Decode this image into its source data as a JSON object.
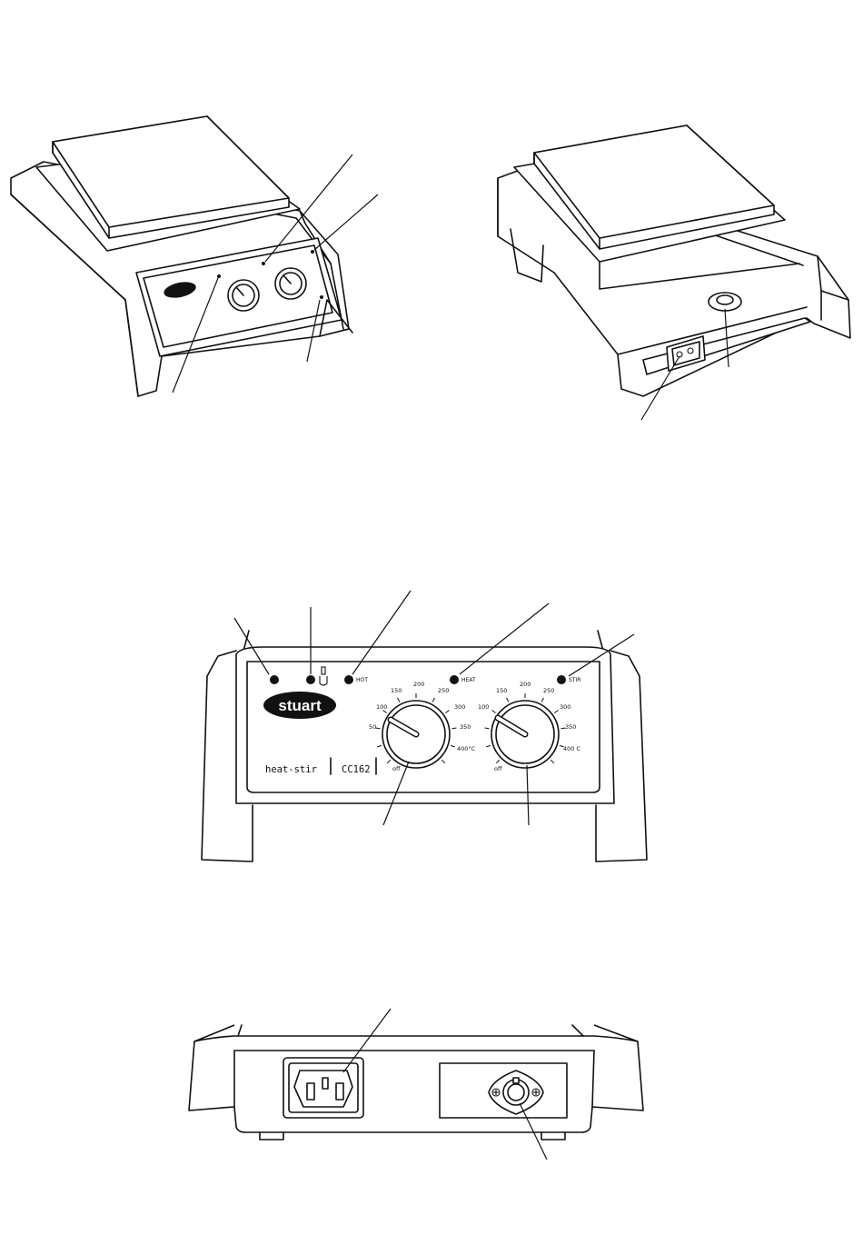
{
  "brand": {
    "logo_text": "stuart",
    "colors": {
      "ink": "#111111",
      "paper": "#ffffff"
    }
  },
  "front_panel": {
    "indicator_labels": {
      "hot": "HOT",
      "heat": "HEAT",
      "stir": "STIR"
    },
    "product_name": "heat-stir",
    "model": "CC162",
    "heat_dial": {
      "labels": [
        "off",
        "50",
        "100",
        "150",
        "200",
        "250",
        "300",
        "350",
        "400°C"
      ]
    },
    "stir_dial": {
      "labels": [
        "off",
        "100",
        "150",
        "200",
        "250",
        "300",
        "350",
        "400 C"
      ]
    }
  },
  "icons": [
    "power-switch-icon",
    "iec-inlet-icon",
    "probe-socket-icon",
    "fuse-icon"
  ]
}
